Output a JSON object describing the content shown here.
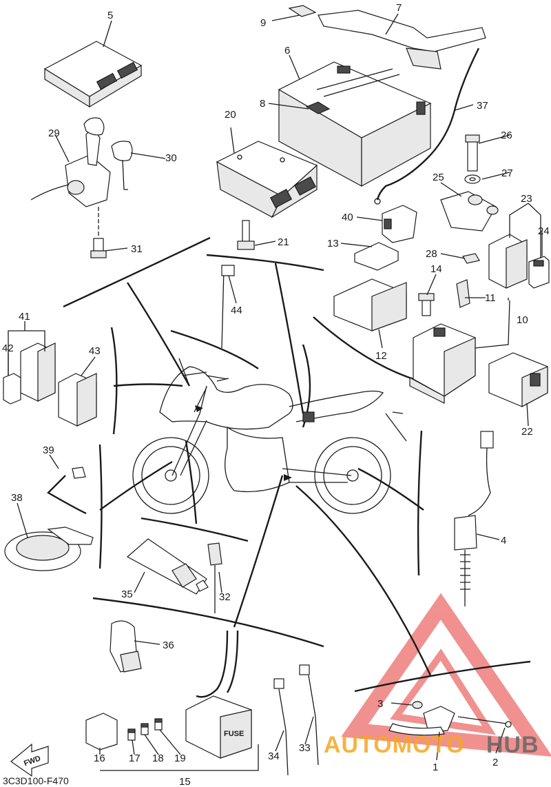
{
  "diagram": {
    "code": "3C3D100-F470",
    "fwd_label": "FWD",
    "fuse_label": "FUSE"
  },
  "watermark": {
    "part1": "AUTOMOTO",
    "part2": "HUB",
    "color_orange": "#f5a623",
    "color_gray": "#666666",
    "color_red": "#e53935"
  },
  "callouts": {
    "c1": "1",
    "c2": "2",
    "c3": "3",
    "c4": "4",
    "c5": "5",
    "c6": "6",
    "c7": "7",
    "c8": "8",
    "c9": "9",
    "c10": "10",
    "c11": "11",
    "c12": "12",
    "c13": "13",
    "c14": "14",
    "c15": "15",
    "c16": "16",
    "c17": "17",
    "c18": "18",
    "c19": "19",
    "c20": "20",
    "c21": "21",
    "c22": "22",
    "c23": "23",
    "c24": "24",
    "c25": "25",
    "c26": "26",
    "c27": "27",
    "c28": "28",
    "c29": "29",
    "c30": "30",
    "c31": "31",
    "c32": "32",
    "c33": "33",
    "c34": "34",
    "c35": "35",
    "c36": "36",
    "c37": "37",
    "c38": "38",
    "c39": "39",
    "c40": "40",
    "c41": "41",
    "c42": "42",
    "c43": "43",
    "c44": "44"
  }
}
